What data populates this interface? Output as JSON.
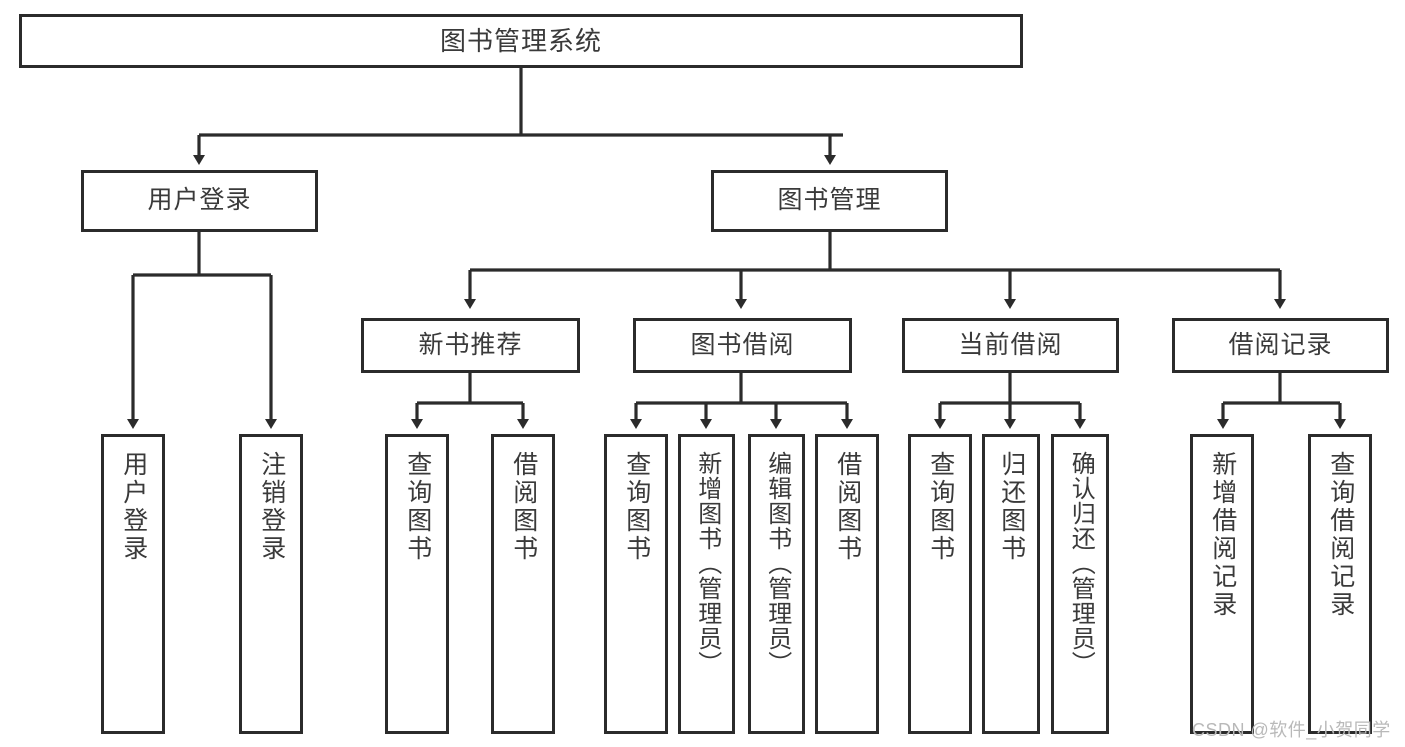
{
  "diagram": {
    "title": "图书管理系统",
    "type": "tree",
    "root": {
      "id": "root",
      "label": "图书管理系统"
    },
    "branches": [
      {
        "id": "user-login",
        "label": "用户登录",
        "children": [
          {
            "id": "user-login-do",
            "label": "用户登录"
          },
          {
            "id": "user-logout",
            "label": "注销登录"
          }
        ]
      },
      {
        "id": "book-management",
        "label": "图书管理",
        "groups": [
          {
            "id": "new-book-recommend",
            "label": "新书推荐",
            "children": [
              {
                "id": "query-book-1",
                "label": "查询图书"
              },
              {
                "id": "borrow-book-1",
                "label": "借阅图书"
              }
            ]
          },
          {
            "id": "book-borrow",
            "label": "图书借阅",
            "children": [
              {
                "id": "query-book-2",
                "label": "查询图书"
              },
              {
                "id": "add-book",
                "label": "新增图书（管理员）"
              },
              {
                "id": "edit-book",
                "label": "编辑图书（管理员）"
              },
              {
                "id": "borrow-book-2",
                "label": "借阅图书"
              }
            ]
          },
          {
            "id": "current-borrow",
            "label": "当前借阅",
            "children": [
              {
                "id": "query-book-3",
                "label": "查询图书"
              },
              {
                "id": "return-book",
                "label": "归还图书"
              },
              {
                "id": "confirm-return",
                "label": "确认归还（管理员）"
              }
            ]
          },
          {
            "id": "borrow-record",
            "label": "借阅记录",
            "children": [
              {
                "id": "add-borrow-record",
                "label": "新增借阅记录"
              },
              {
                "id": "query-borrow-record",
                "label": "查询借阅记录"
              }
            ]
          }
        ]
      }
    ]
  },
  "watermark": {
    "text": "CSDN @软件_小贺同学"
  },
  "colors": {
    "stroke": "#2b2b2b",
    "text": "#3a3a3a",
    "background": "#ffffff",
    "watermark": "#b9b9b9"
  }
}
